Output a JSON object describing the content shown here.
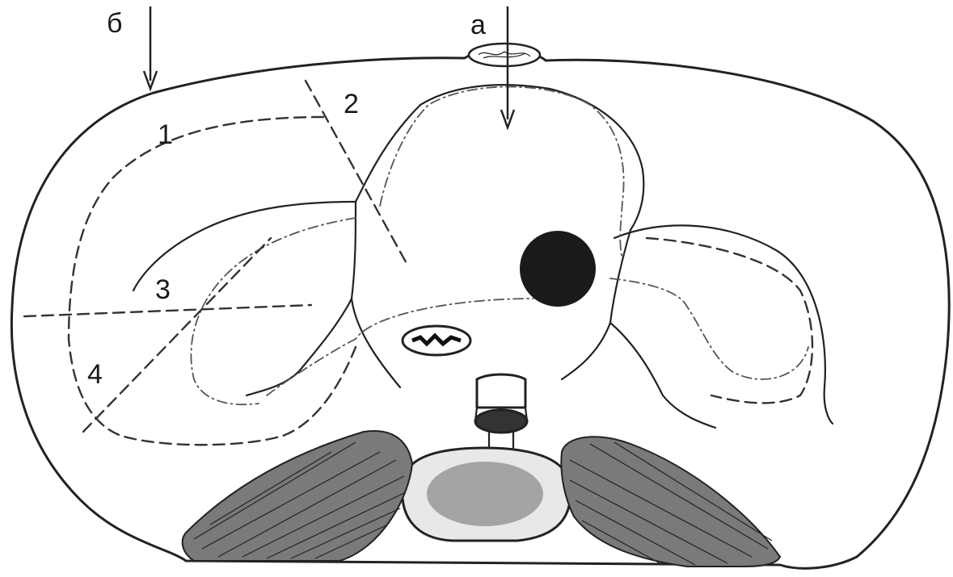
{
  "labels": {
    "arrow_a": "а",
    "arrow_b": "б",
    "line_1": "1",
    "line_2": "2",
    "line_3": "3",
    "line_4": "4"
  },
  "colors": {
    "ink": "#222222",
    "background": "#ffffff",
    "aorta_fill": "#1a1a1a"
  }
}
